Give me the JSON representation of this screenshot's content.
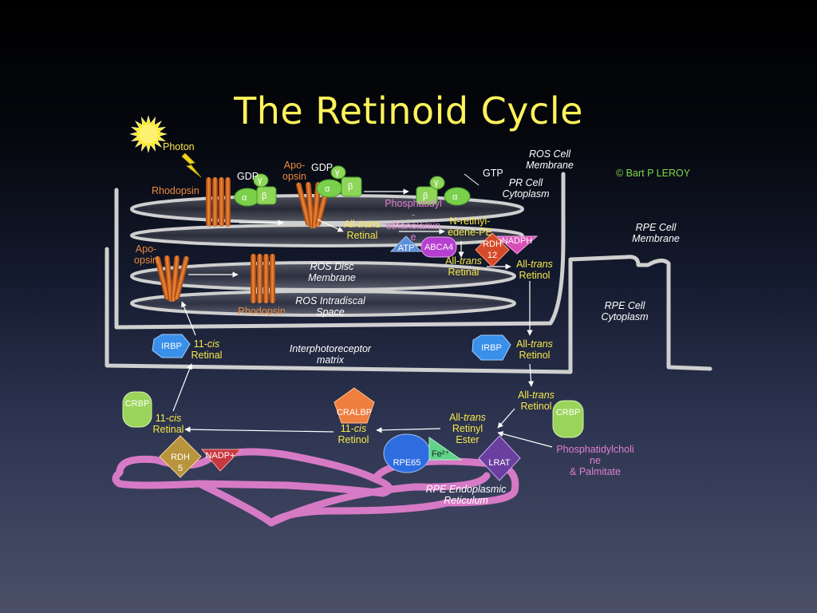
{
  "title": "The Retinoid Cycle",
  "copyright": "© Bart P LEROY",
  "labels": {
    "photon": "Photon",
    "rhodopsin_top": "Rhodopsin",
    "rhodopsin_bottom": "Rhodopsin",
    "apo_opsin_top_1": "Apo-",
    "apo_opsin_top_2": "opsin",
    "apo_opsin_left_1": "Apo-",
    "apo_opsin_left_2": "opsin",
    "gdp_1": "GDP",
    "gdp_2": "GDP",
    "gtp": "GTP",
    "gamma": "γ",
    "beta": "β",
    "alpha": "α",
    "ros_cell_membrane_1": "ROS Cell",
    "ros_cell_membrane_2": "Membrane",
    "pr_cell_cytoplasm_1": "PR Cell",
    "pr_cell_cytoplasm_2": "Cytoplasm",
    "rpe_cell_membrane_1": "RPE Cell",
    "rpe_cell_membrane_2": "Membrane",
    "rpe_cell_cytoplasm_1": "RPE Cell",
    "rpe_cell_cytoplasm_2": "Cytoplasm",
    "ros_disc_membrane_1": "ROS Disc",
    "ros_disc_membrane_2": "Membrane",
    "ros_intradiscal_1": "ROS Intradiscal",
    "ros_intradiscal_2": "Space",
    "interphotoreceptor_1": "Interphotoreceptor",
    "interphotoreceptor_2": "matrix",
    "rpe_er_1": "RPE Endoplasmic",
    "rpe_er_2": "Reticulum",
    "phosphatidyl_1": "Phosphatidyl",
    "phosphatidyl_2": "-",
    "phosphatidyl_3": "ethanolamin",
    "phosphatidyl_4": "e",
    "n_retinyl_1": "N-retinyl-",
    "n_retinyl_2": "edene-PE",
    "all_prefix": "All-",
    "trans": "trans",
    "retinal": "Retinal",
    "retinol": "Retinol",
    "retinyl": "Retinyl",
    "ester": "Ester",
    "eleven_prefix": "11-",
    "cis": "cis",
    "phosphatidylcholine_1": "Phosphatidylcholi",
    "phosphatidylcholine_2": "ne",
    "phosphatidylcholine_3": "& Palmitate"
  },
  "shapes": {
    "atp": "ATP",
    "abca4": "ABCA4",
    "rdh12_1": "RDH",
    "rdh12_2": "12",
    "nadph": "NADPH",
    "irbp_left": "IRBP",
    "irbp_right": "IRBP",
    "crbp_left": "CRBP",
    "crbp_right": "CRBP",
    "cralbp": "CRALBP",
    "rdh5_1": "RDH",
    "rdh5_2": "5",
    "nadp": "NADP+",
    "rpe65": "RPE65",
    "fe": "Fe²⁺",
    "lrat": "LRAT"
  },
  "colors": {
    "title": "#fff35a",
    "label_yellow": "#f7e84a",
    "label_orange": "#e98a3c",
    "label_pink": "#e07fd0",
    "copyright_green": "#7cd948",
    "membrane_grey": "#cfcfcf",
    "er_pink": "#d77ac6",
    "irbp_blue": "#3a8fe8",
    "crbp_green": "#9bd45a",
    "cralbp_orange": "#ef7f3f",
    "rdh5_gold": "#b8943c",
    "rdh12_red": "#d64a2a",
    "nadph_pink": "#d84fb8",
    "abca4_purple": "#b53fd0",
    "atp_blue": "#5a8fd8",
    "rpe65_blue": "#2e6de0",
    "lrat_purple": "#6a3fa0",
    "fe_green": "#5fd38a"
  },
  "icons": [
    "sun-icon",
    "lightning-icon"
  ]
}
